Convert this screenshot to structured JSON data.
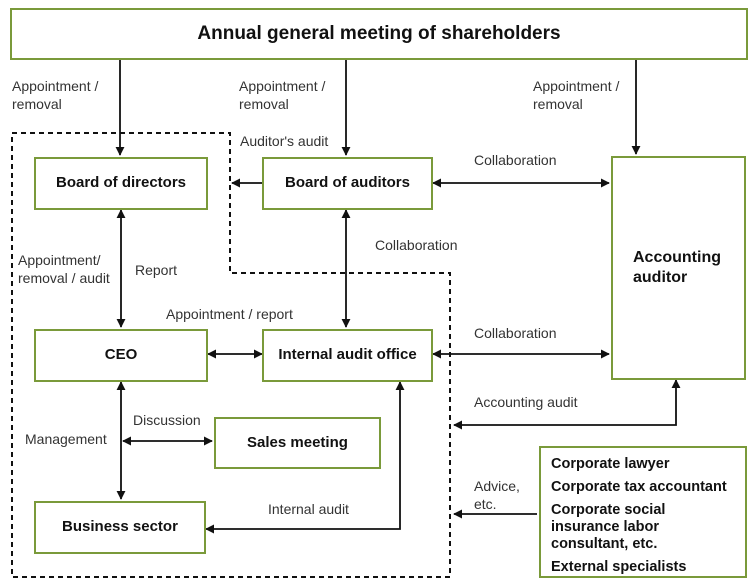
{
  "nodes": {
    "shareholders": "Annual general meeting of shareholders",
    "board_directors": "Board of directors",
    "board_auditors": "Board of auditors",
    "accounting_auditor": "Accounting auditor",
    "ceo": "CEO",
    "internal_audit_office": "Internal audit office",
    "sales_meeting": "Sales meeting",
    "business_sector": "Business sector",
    "specialists": [
      "Corporate lawyer",
      "Corporate tax accountant",
      "Corporate social insurance labor consultant, etc.",
      "External specialists"
    ]
  },
  "labels": {
    "appointment_removal_1": "Appointment / removal",
    "appointment_removal_2": "Appointment / removal",
    "appointment_removal_3": "Appointment / removal",
    "auditors_audit": "Auditor's audit",
    "collaboration_1": "Collaboration",
    "collaboration_2": "Collaboration",
    "collaboration_3": "Collaboration",
    "appointment_removal_audit": "Appointment/ removal / audit",
    "report": "Report",
    "appointment_report": "Appointment / report",
    "accounting_audit": "Accounting audit",
    "discussion": "Discussion",
    "management": "Management",
    "advice": "Advice, etc.",
    "internal_audit": "Internal audit"
  },
  "colors": {
    "box_border": "#7a9a3a",
    "line": "#111111",
    "text": "#111111"
  }
}
